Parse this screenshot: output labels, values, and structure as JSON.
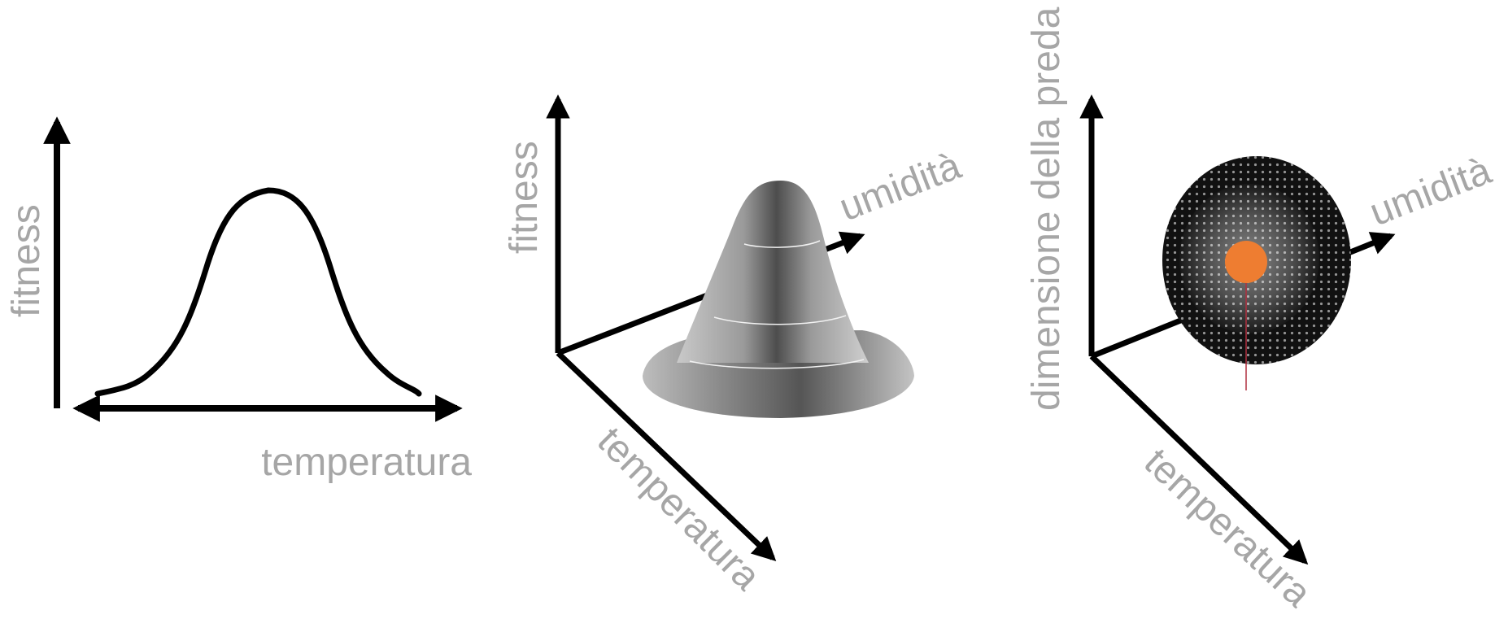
{
  "panels": [
    {
      "y_label": "fitness",
      "x_label": "temperatura"
    },
    {
      "y_label": "fitness",
      "x_label": "temperatura",
      "z_label": "umidità"
    },
    {
      "y_label": "dimensione della preda",
      "x_label": "temperatura",
      "z_label": "umidità"
    }
  ],
  "colors": {
    "axis": "#000000",
    "label": "#a6a6a6",
    "surface_dark": "#4a4a4a",
    "surface_light": "#c8c8c8",
    "niche_disc": "#111111",
    "center_point": "#ee7d31"
  },
  "icons": [
    "arrow-head-icon"
  ]
}
